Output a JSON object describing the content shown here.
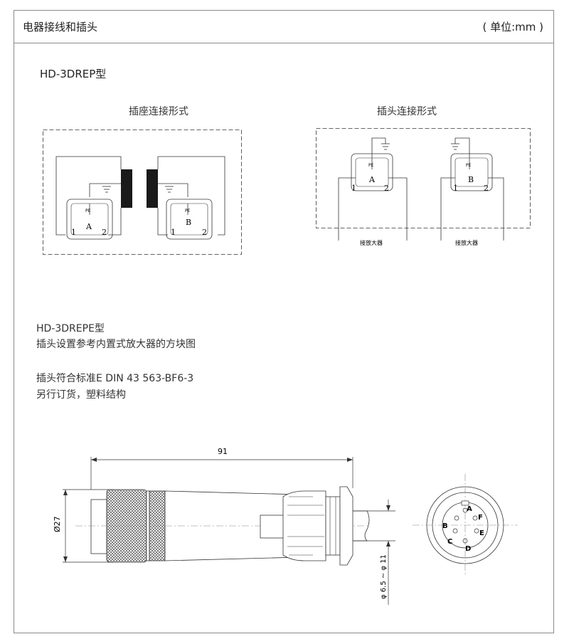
{
  "header": {
    "title": "电器接线和插头",
    "unit": "( 单位:mm )"
  },
  "model1": "HD-3DREP型",
  "diagrams": {
    "socket_caption": "插座连接形式",
    "plug_caption": "插头连接形式",
    "pe": "PE",
    "pin1": "1",
    "pin2": "2",
    "label_a": "A",
    "label_b": "B",
    "amp_label": "接放大器"
  },
  "model2": {
    "name": "HD-3DREPE型",
    "line1": "插头设置参考内置式放大器的方块图",
    "line2": "插头符合标准E DIN 43 563-BF6-3",
    "line3": "另行订货，塑料结构"
  },
  "drawing": {
    "length": "91",
    "diameter": "Ø27",
    "cable": "φ 6.5 ~ φ 11",
    "pins": [
      "A",
      "B",
      "C",
      "D",
      "E",
      "F"
    ]
  }
}
